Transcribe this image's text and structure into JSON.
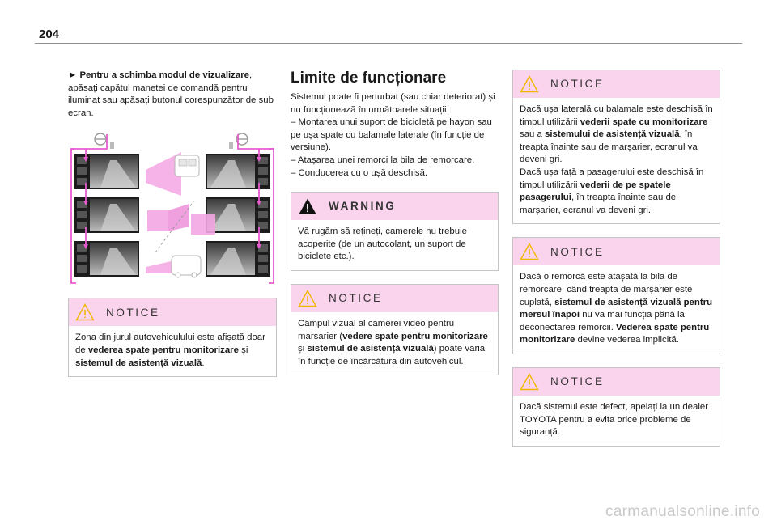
{
  "page": {
    "number": "204"
  },
  "col1": {
    "intro_bold": "Pentru a schimba modul de vizualizare",
    "intro_rest": ", apăsați capătul manetei de comandă pentru iluminat sau apăsați butonul corespunzător de sub ecran.",
    "notice": {
      "title": "NOTICE",
      "t1": "Zona din jurul autovehiculului este afișată doar de ",
      "b1": "vederea spate pentru monitorizare",
      "t2": " și ",
      "b2": "sistemul de asistență vizuală",
      "t3": "."
    }
  },
  "col2": {
    "title": "Limite de funcționare",
    "intro": "Sistemul poate fi perturbat (sau chiar deteriorat) și nu funcționează în următoarele situații:",
    "items": [
      "– Montarea unui suport de bicicletă pe hayon sau pe ușa spate cu balamale laterale (în funcție de versiune).",
      "– Atașarea unei remorci la bila de remorcare.",
      "– Conducerea cu o ușă deschisă."
    ],
    "warning": {
      "title": "WARNING",
      "text": "Vă rugăm să rețineți, camerele nu trebuie acoperite (de un autocolant, un suport de biciclete etc.)."
    },
    "notice": {
      "title": "NOTICE",
      "t1": "Câmpul vizual al camerei video pentru marșarier (",
      "b1": "vedere spate pentru monitorizare",
      "t2": " și ",
      "b2": "sistemul de asistență vizuală",
      "t3": ") poate varia în funcție de încărcătura din autovehicul."
    }
  },
  "col3": {
    "notice1": {
      "title": "NOTICE",
      "t1": "Dacă ușa laterală cu balamale este deschisă în timpul utilizării ",
      "b1": "vederii spate cu monitorizare",
      "t2": " sau a ",
      "b2": "sistemului de asistență vizuală",
      "t3": ", în treapta înainte sau de marșarier, ecranul va deveni gri.",
      "t4": "Dacă ușa față a pasagerului este deschisă în timpul utilizării ",
      "b3": "vederii de pe spatele pasagerului",
      "t5": ", în treapta înainte sau de marșarier, ecranul va deveni gri."
    },
    "notice2": {
      "title": "NOTICE",
      "t1": "Dacă o remorcă este atașată la bila de remorcare, când treapta de marșarier este cuplată, ",
      "b1": "sistemul de asistență vizuală pentru mersul înapoi",
      "t2": " nu va mai funcția până la deconectarea remorcii. ",
      "b2": "Vederea spate pentru monitorizare",
      "t3": " devine vederea implicită."
    },
    "notice3": {
      "title": "NOTICE",
      "text": "Dacă sistemul este defect, apelați la un dealer TOYOTA pentru a evita orice probleme de siguranță."
    }
  },
  "colors": {
    "accent": "#e85ccf",
    "box_header": "#fad3ec",
    "border": "#c4c4c4",
    "icon_yellow": "#f0b800"
  },
  "watermark": "carmanualsonline.info"
}
